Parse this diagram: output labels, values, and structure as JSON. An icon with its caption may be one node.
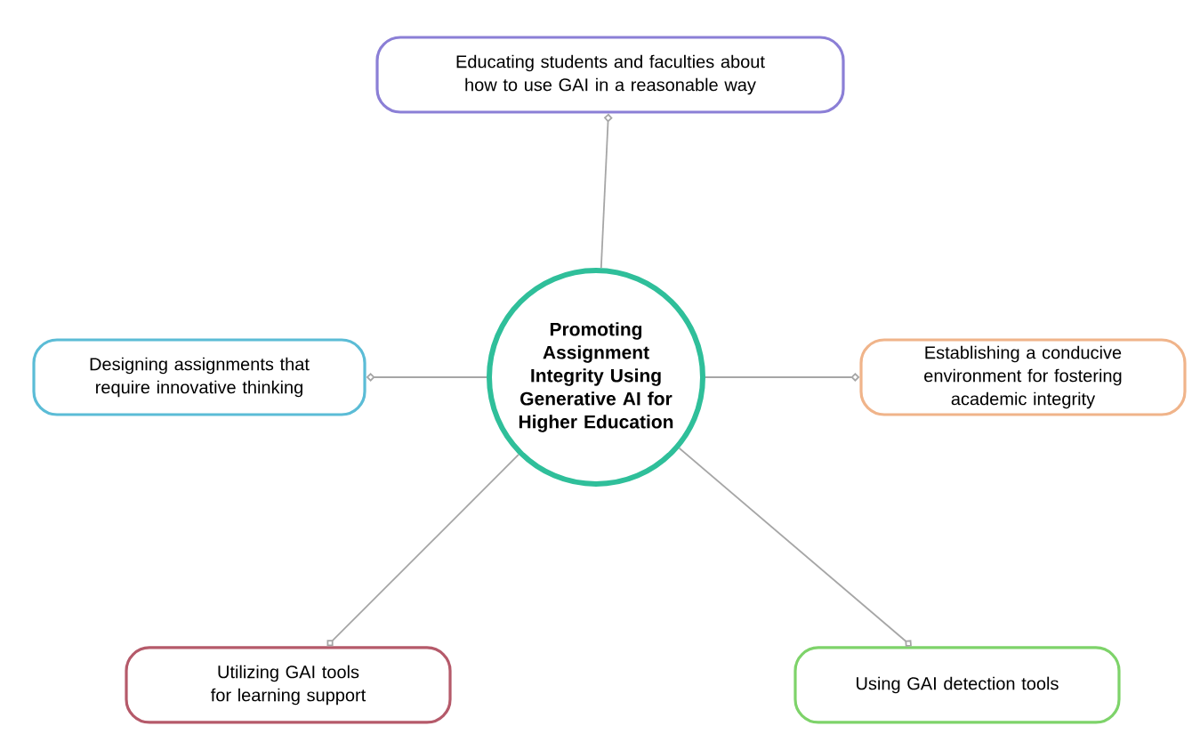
{
  "diagram": {
    "nodes": [
      {
        "text": [
          "Promoting Assignment Integrity Using Generative AI for Higher Education"
        ]
      },
      {
        "text": [
          "Educating students and faculties about how to use GAI in a reasonable way"
        ]
      },
      {
        "text": [
          "Designing assignments that require innovative thinking"
        ]
      },
      {
        "text": [
          "Establishing a conducive environment for fostering academic integrity"
        ]
      },
      {
        "text": [
          "Utilizing GAI tools for learning support"
        ]
      },
      {
        "text": [
          "Using GAI detection tools"
        ]
      }
    ],
    "edges": [
      {
        "from": 0,
        "to": 1,
        "arrow": "other"
      },
      {
        "from": 0,
        "to": 2,
        "arrow": "other"
      },
      {
        "from": 0,
        "to": 3,
        "arrow": "other"
      },
      {
        "from": 0,
        "to": 4,
        "arrow": "other"
      },
      {
        "from": 0,
        "to": 5,
        "arrow": "other"
      }
    ]
  }
}
